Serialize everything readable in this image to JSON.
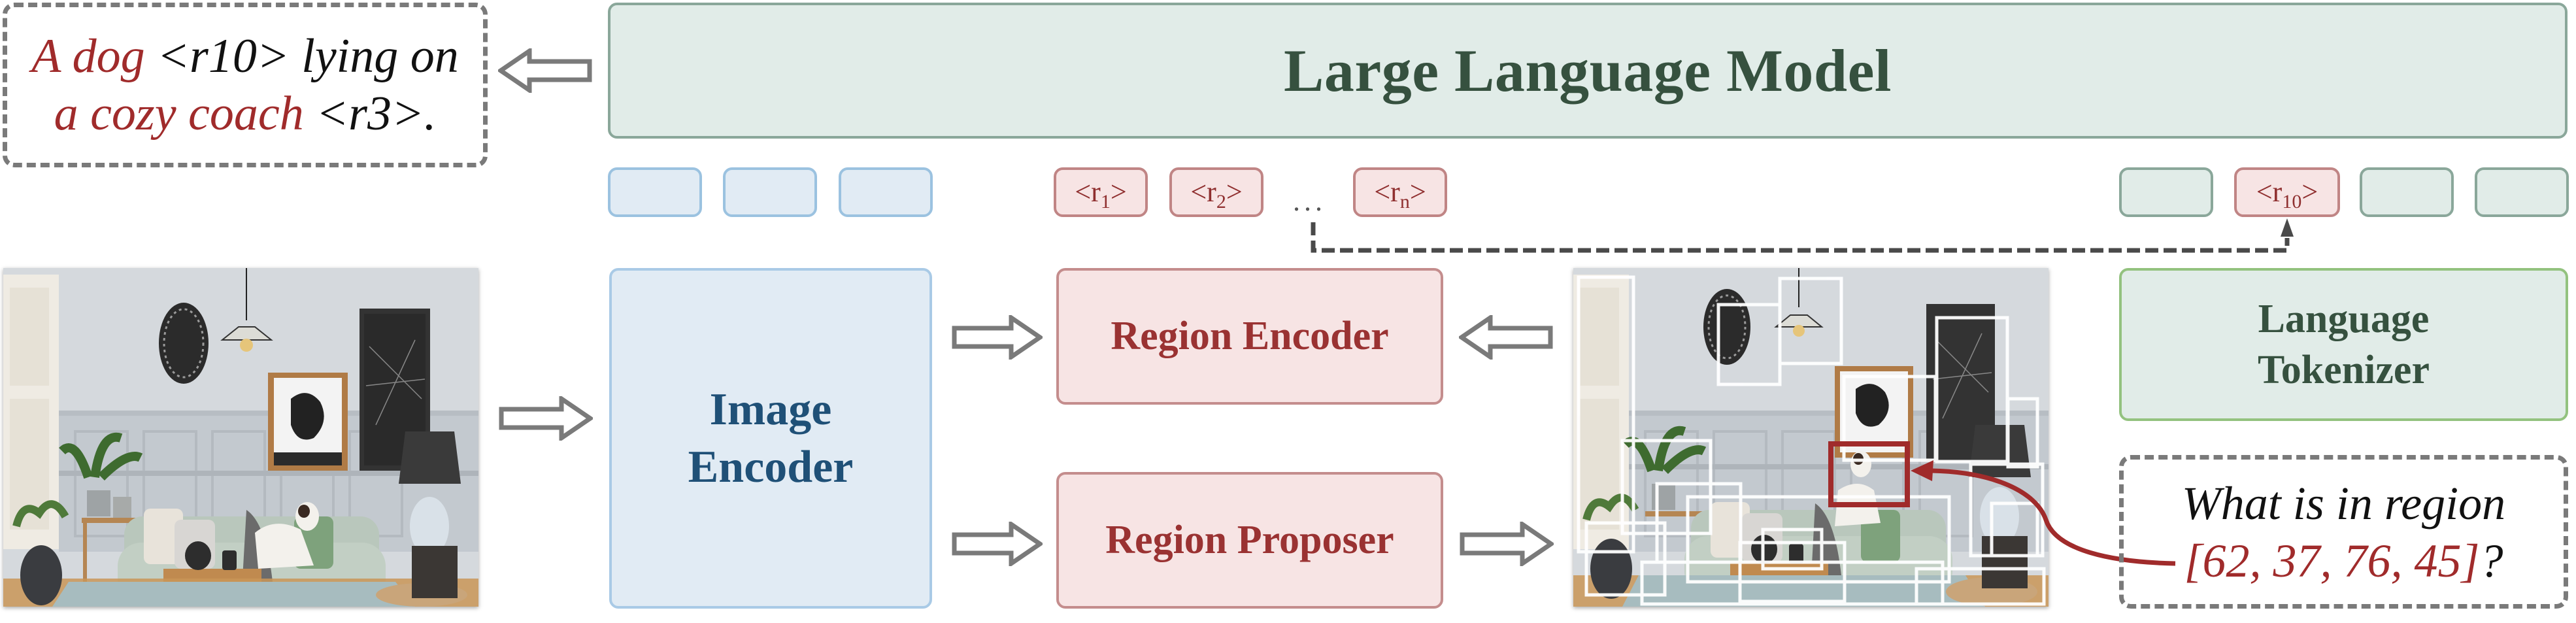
{
  "output_caption": {
    "line1": [
      {
        "text": "A dog",
        "style": "red"
      },
      {
        "text": " <r",
        "style": "black"
      },
      {
        "text": "10",
        "style": "sub"
      },
      {
        "text": "> lying on",
        "style": "black"
      }
    ],
    "line2": [
      {
        "text": "a cozy coach",
        "style": "red"
      },
      {
        "text": " <r",
        "style": "black"
      },
      {
        "text": "3",
        "style": "sub"
      },
      {
        "text": ">.",
        "style": "black"
      }
    ],
    "line1_text": "A dog <r10> lying on",
    "line2_text": "a cozy coach <r3>."
  },
  "llm": {
    "title": "Large Language Model"
  },
  "tokens": {
    "image_tokens": [
      "",
      "",
      ""
    ],
    "region_tokens": [
      {
        "base": "r",
        "sub": "1"
      },
      {
        "base": "r",
        "sub": "2"
      },
      {
        "base": "r",
        "sub": "n"
      }
    ],
    "ellipsis": "...",
    "text_tokens": [
      {
        "label": "",
        "kind": "text"
      },
      {
        "base": "r",
        "sub": "10",
        "kind": "region"
      },
      {
        "label": "",
        "kind": "text"
      },
      {
        "label": "",
        "kind": "text"
      }
    ]
  },
  "modules": {
    "image_encoder": {
      "line1": "Image",
      "line2": "Encoder"
    },
    "region_encoder": {
      "label": "Region Encoder"
    },
    "region_proposer": {
      "label": "Region Proposer"
    },
    "language_tokenizer": {
      "line1": "Language",
      "line2": "Tokenizer"
    }
  },
  "question": {
    "line1": "What is in region",
    "coords": "[62, 37, 76, 45]",
    "suffix": "?"
  },
  "colors": {
    "accent_red": "#a02b2b",
    "llm_green": "#e1ece8",
    "encoder_blue": "#e1ebf4",
    "region_pink": "#f7e4e4",
    "dashed_gray": "#7a7a7a"
  },
  "icons": {
    "flow_arrow": "hollow-block-arrow",
    "connector": "dashed-elbow-arrow",
    "pointer": "curved-red-arrow"
  }
}
